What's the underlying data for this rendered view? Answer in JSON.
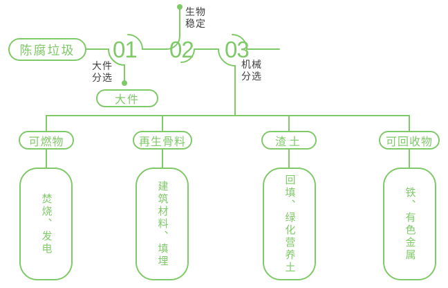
{
  "colors": {
    "accent_green": "#7fc968",
    "label_dark": "#3e3e3e"
  },
  "flow": {
    "source": "陈腐垃圾",
    "steps": [
      {
        "num": "01",
        "annotation": "大件\n分选",
        "output": "大件"
      },
      {
        "num": "02",
        "annotation": "生物\n稳定"
      },
      {
        "num": "03",
        "annotation": "机械\n分选"
      }
    ],
    "branches": [
      {
        "category": "可燃物",
        "result": "焚烧、发电"
      },
      {
        "category": "再生骨料",
        "result": "建筑材料、填埋"
      },
      {
        "category": "渣土",
        "result": "回填、绿化营养土"
      },
      {
        "category": "可回收物",
        "result": "铁、有色金属"
      }
    ]
  }
}
